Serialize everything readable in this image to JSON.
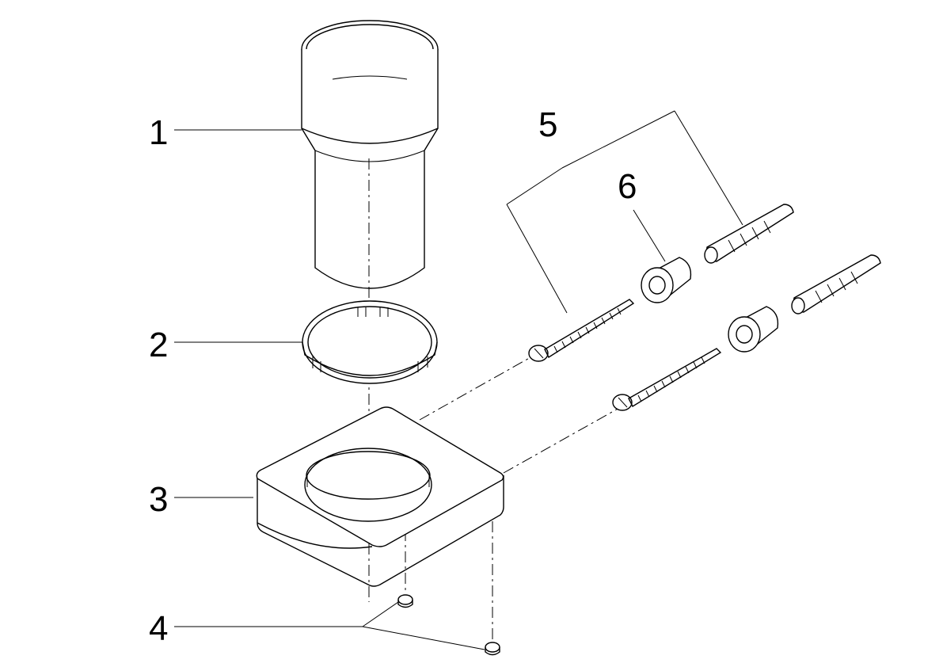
{
  "diagram": {
    "labels": {
      "part_1": "1",
      "part_2": "2",
      "part_3": "3",
      "part_4": "4",
      "part_5": "5",
      "part_6": "6"
    },
    "colors": {
      "line": "#000000",
      "background": "#ffffff"
    }
  }
}
